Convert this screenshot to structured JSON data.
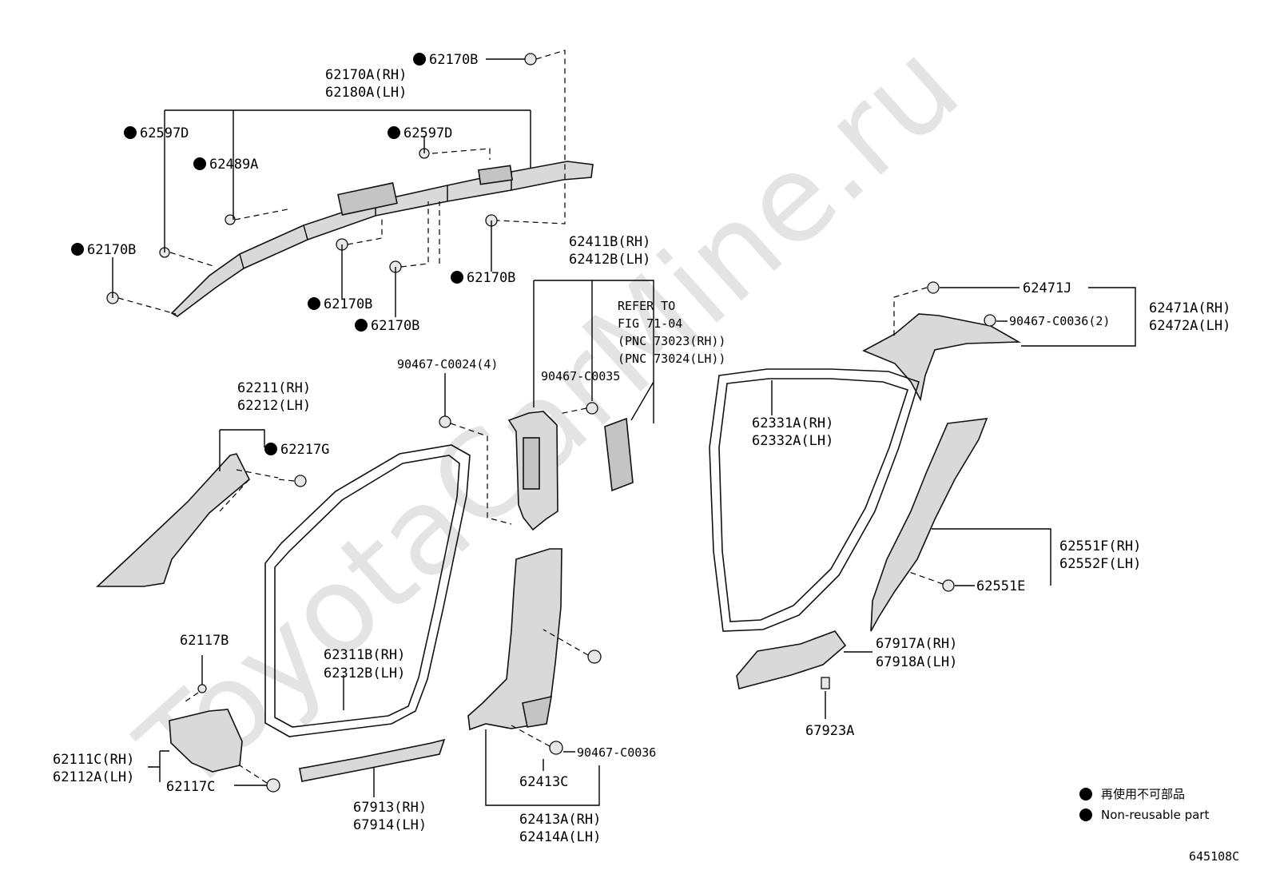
{
  "watermark": "ToyotaCarMine.ru",
  "diagram_code": "645108C",
  "legend": {
    "jp": "再使用不可部品",
    "en": "Non-reusable part"
  },
  "labels": {
    "p62170B_top": "62170B",
    "p62170A_rh": "62170A(RH)",
    "p62180A_lh": "62180A(LH)",
    "p62597D_left": "62597D",
    "p62597D_mid": "62597D",
    "p62489A": "62489A",
    "p62170B_left": "62170B",
    "p62170B_right": "62170B",
    "p62170B_bottom1": "62170B",
    "p62170B_bottom2": "62170B",
    "p62411B_rh": "62411B(RH)",
    "p62412B_lh": "62412B(LH)",
    "refer1": "REFER TO",
    "refer2": "FIG 71-04",
    "refer3": "(PNC 73023(RH))",
    "refer4": "(PNC 73024(LH))",
    "p90467_C0024": "90467-C0024(4)",
    "p90467_C0035": "90467-C0035",
    "p62471J": "62471J",
    "p90467_C0036_2": "90467-C0036(2)",
    "p62471A_rh": "62471A(RH)",
    "p62472A_lh": "62472A(LH)",
    "p62211_rh": "62211(RH)",
    "p62212_lh": "62212(LH)",
    "p62217G": "62217G",
    "p62331A_rh": "62331A(RH)",
    "p62332A_lh": "62332A(LH)",
    "p62551F_rh": "62551F(RH)",
    "p62552F_lh": "62552F(LH)",
    "p62551E": "62551E",
    "p62117B": "62117B",
    "p62311B_rh": "62311B(RH)",
    "p62312B_lh": "62312B(LH)",
    "p67917A_rh": "67917A(RH)",
    "p67918A_lh": "67918A(LH)",
    "p62111C_rh": "62111C(RH)",
    "p62112A_lh": "62112A(LH)",
    "p62117C": "62117C",
    "p90467_C0036": "90467-C0036",
    "p62413C": "62413C",
    "p67923A": "67923A",
    "p67913_rh": "67913(RH)",
    "p67914_lh": "67914(LH)",
    "p62413A_rh": "62413A(RH)",
    "p62414A_lh": "62414A(LH)"
  }
}
